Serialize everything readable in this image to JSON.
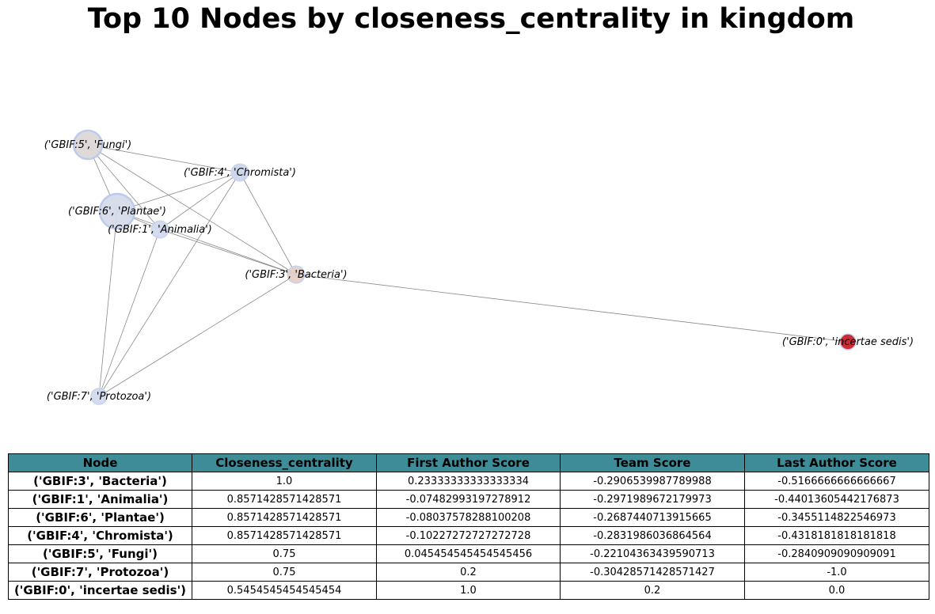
{
  "chart_data": [
    {
      "type": "network",
      "title": "Top 10 Nodes by closeness_centrality in kingdom",
      "nodes": [
        {
          "id": "('GBIF:5', 'Fungi')",
          "size": 0.75,
          "color": "#ded8d8"
        },
        {
          "id": "('GBIF:4', 'Chromista')",
          "size": 0.3,
          "color": "#ced7ec"
        },
        {
          "id": "('GBIF:6', 'Plantae')",
          "size": 1.0,
          "color": "#d6dcec"
        },
        {
          "id": "('GBIF:1', 'Animalia')",
          "size": 0.3,
          "color": "#d3dbef"
        },
        {
          "id": "('GBIF:3', 'Bacteria')",
          "size": 0.3,
          "color": "#e5cfc9"
        },
        {
          "id": "('GBIF:0', 'incertae sedis')",
          "size": 0.25,
          "color": "#c9212c"
        },
        {
          "id": "('GBIF:7', 'Protozoa')",
          "size": 0.25,
          "color": "#d3dbef"
        }
      ],
      "edges": [
        [
          "('GBIF:5', 'Fungi')",
          "('GBIF:4', 'Chromista')"
        ],
        [
          "('GBIF:5', 'Fungi')",
          "('GBIF:6', 'Plantae')"
        ],
        [
          "('GBIF:5', 'Fungi')",
          "('GBIF:1', 'Animalia')"
        ],
        [
          "('GBIF:5', 'Fungi')",
          "('GBIF:3', 'Bacteria')"
        ],
        [
          "('GBIF:4', 'Chromista')",
          "('GBIF:6', 'Plantae')"
        ],
        [
          "('GBIF:4', 'Chromista')",
          "('GBIF:1', 'Animalia')"
        ],
        [
          "('GBIF:4', 'Chromista')",
          "('GBIF:3', 'Bacteria')"
        ],
        [
          "('GBIF:4', 'Chromista')",
          "('GBIF:7', 'Protozoa')"
        ],
        [
          "('GBIF:6', 'Plantae')",
          "('GBIF:1', 'Animalia')"
        ],
        [
          "('GBIF:6', 'Plantae')",
          "('GBIF:3', 'Bacteria')"
        ],
        [
          "('GBIF:6', 'Plantae')",
          "('GBIF:7', 'Protozoa')"
        ],
        [
          "('GBIF:1', 'Animalia')",
          "('GBIF:3', 'Bacteria')"
        ],
        [
          "('GBIF:1', 'Animalia')",
          "('GBIF:7', 'Protozoa')"
        ],
        [
          "('GBIF:3', 'Bacteria')",
          "('GBIF:7', 'Protozoa')"
        ],
        [
          "('GBIF:3', 'Bacteria')",
          "('GBIF:0', 'incertae sedis')"
        ]
      ]
    },
    {
      "type": "table",
      "columns": [
        "Node",
        "Closeness_centrality",
        "First Author Score",
        "Team Score",
        "Last Author Score"
      ],
      "rows": [
        [
          "('GBIF:3', 'Bacteria')",
          "1.0",
          "0.23333333333333334",
          "-0.2906539987789988",
          "-0.5166666666666667"
        ],
        [
          "('GBIF:1', 'Animalia')",
          "0.8571428571428571",
          "-0.07482993197278912",
          "-0.2971989672179973",
          "-0.44013605442176873"
        ],
        [
          "('GBIF:6', 'Plantae')",
          "0.8571428571428571",
          "-0.08037578288100208",
          "-0.2687440713915665",
          "-0.3455114822546973"
        ],
        [
          "('GBIF:4', 'Chromista')",
          "0.8571428571428571",
          "-0.10227272727272728",
          "-0.2831986036864564",
          "-0.4318181818181818"
        ],
        [
          "('GBIF:5', 'Fungi')",
          "0.75",
          "0.045454545454545456",
          "-0.22104363439590713",
          "-0.2840909090909091"
        ],
        [
          "('GBIF:7', 'Protozoa')",
          "0.75",
          "0.2",
          "-0.30428571428571427",
          "-1.0"
        ],
        [
          "('GBIF:0', 'incertae sedis')",
          "0.5454545454545454",
          "1.0",
          "0.2",
          "0.0"
        ]
      ],
      "colors": {
        "header_bg": "#3d8c97",
        "border": "#000000"
      }
    }
  ]
}
